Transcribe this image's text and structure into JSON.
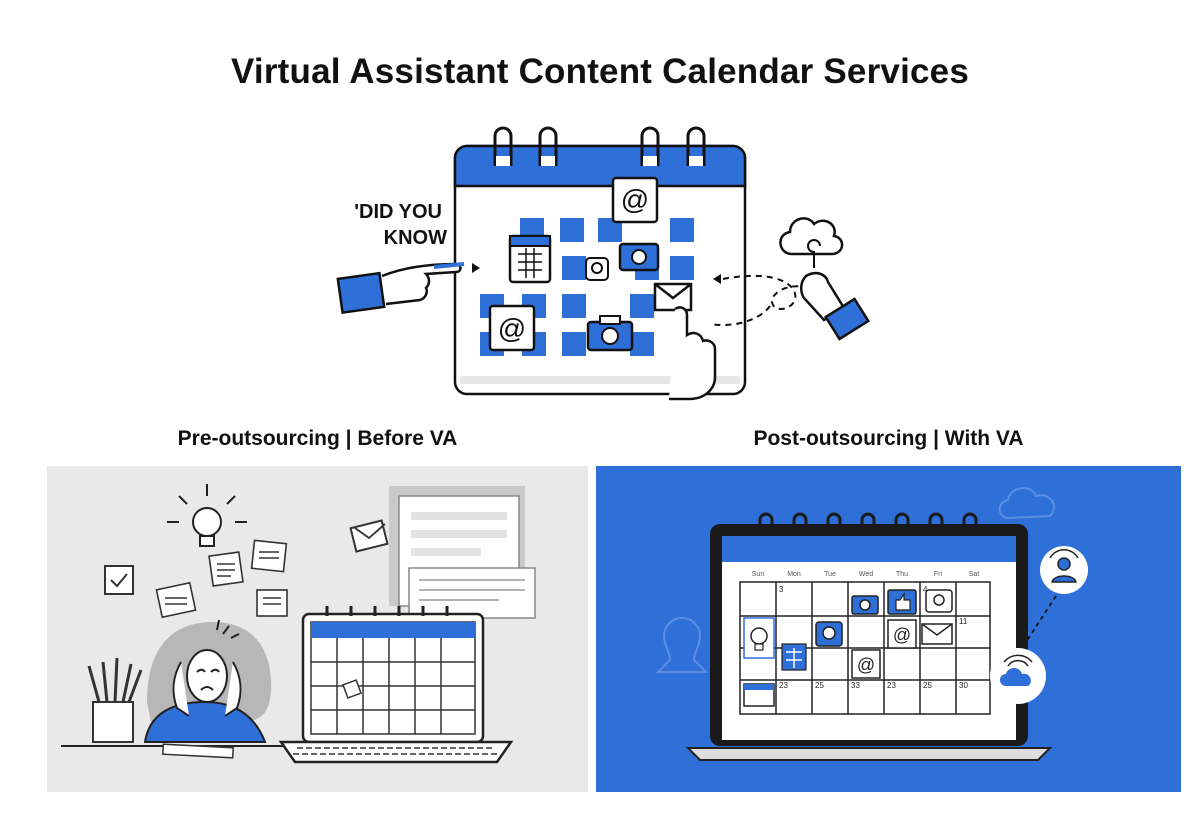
{
  "title": "Virtual Assistant Content Calendar Services",
  "hero": {
    "callout_line1": "'DID YOU",
    "callout_line2": "KNOW"
  },
  "panels": {
    "before_label": "Pre-outsourcing | Before VA",
    "after_label": "Post-outsourcing | With VA"
  },
  "right_calendar": {
    "weekday_labels": [
      "Sun",
      "Mon",
      "Tue",
      "Wed",
      "Thu",
      "Fri",
      "Sat"
    ],
    "day_numbers": [
      "3",
      "4",
      "11",
      "23",
      "25",
      "33",
      "23",
      "25",
      "30"
    ]
  },
  "colors": {
    "brand_blue": "#2f6fd8",
    "grey_panel": "#e9e9e9",
    "ink": "#111111"
  },
  "icons": [
    "at-icon",
    "camera-icon",
    "envelope-icon",
    "calendar-icon",
    "search-bubble-icon",
    "cloud-icon",
    "lightbulb-icon",
    "checkbox-icon",
    "pencil-cup-icon",
    "thumbs-up-icon",
    "person-icon",
    "wifi-icon"
  ]
}
